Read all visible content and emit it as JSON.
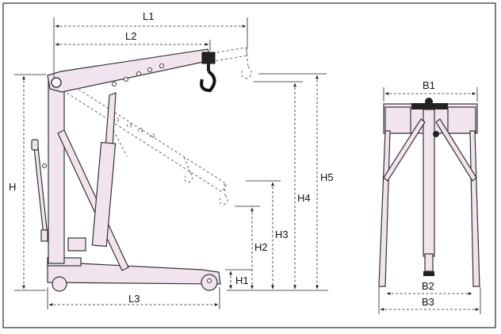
{
  "labels": {
    "l1": "L1",
    "l2": "L2",
    "l3": "L3",
    "h": "H",
    "h1": "H1",
    "h2": "H2",
    "h3": "H3",
    "h4": "H4",
    "h5": "H5",
    "b1": "B1",
    "b2": "B2",
    "b3": "B3"
  },
  "colors": {
    "body_fill": "#f1e4ee",
    "outline": "#333333",
    "frame": "#555555"
  }
}
